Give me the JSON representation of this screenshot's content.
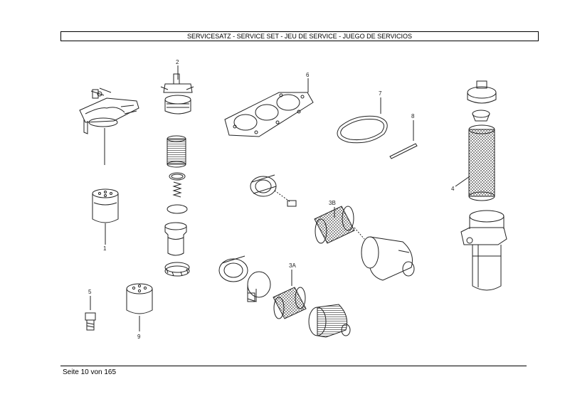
{
  "header": {
    "title": "SERVICESATZ - SERVICE SET - JEU DE SERVICE - JUEGO DE SERVICIOS"
  },
  "callouts": {
    "c1": "1",
    "c2": "2",
    "c3a": "3A",
    "c3b": "3B",
    "c4": "4",
    "c5": "5",
    "c6": "6",
    "c7": "7",
    "c8": "8",
    "c9": "9"
  },
  "footer": {
    "page": "Seite 10 von 165"
  }
}
